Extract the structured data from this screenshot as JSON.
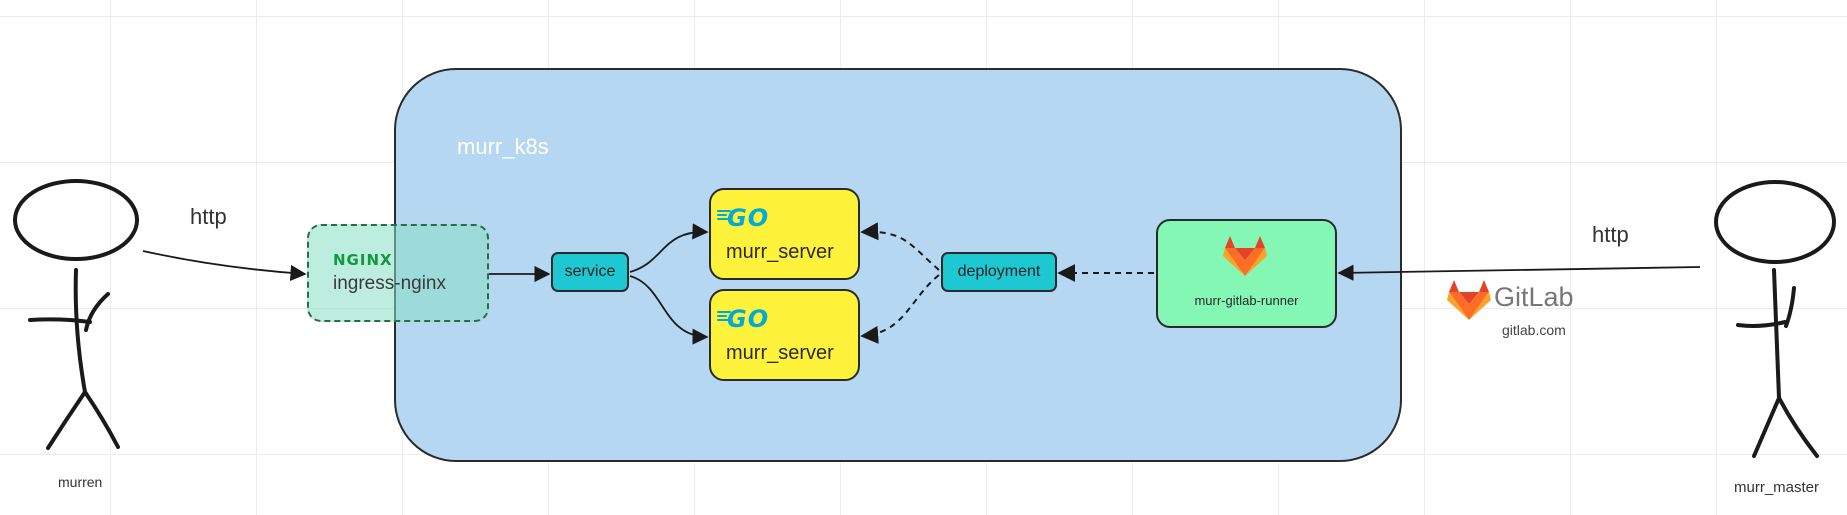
{
  "diagram": {
    "cluster": {
      "label": "murr_k8s",
      "fill": "#b5d7f2"
    },
    "actors": {
      "left": {
        "label": "murren",
        "icon": "stick-figure-icon"
      },
      "right": {
        "label": "murr_master",
        "icon": "stick-figure-icon"
      }
    },
    "edges": {
      "left_http": "http",
      "right_http": "http"
    },
    "ingress": {
      "logo_text": "NGINX",
      "label": "ingress-nginx",
      "icon": "nginx-logo-icon"
    },
    "service": {
      "label": "service",
      "color": "#1ec8d2"
    },
    "deployment": {
      "label": "deployment",
      "color": "#1ec8d2"
    },
    "servers": [
      {
        "logo_text": "GO",
        "label": "murr_server",
        "color": "#fff23b"
      },
      {
        "logo_text": "GO",
        "label": "murr_server",
        "color": "#fff23b"
      }
    ],
    "runner": {
      "label": "murr-gitlab-runner",
      "icon": "gitlab-fox-icon",
      "color": "#84f7b4"
    },
    "gitlab": {
      "wordmark": "GitLab",
      "domain": "gitlab.com",
      "icon": "gitlab-fox-icon"
    }
  }
}
